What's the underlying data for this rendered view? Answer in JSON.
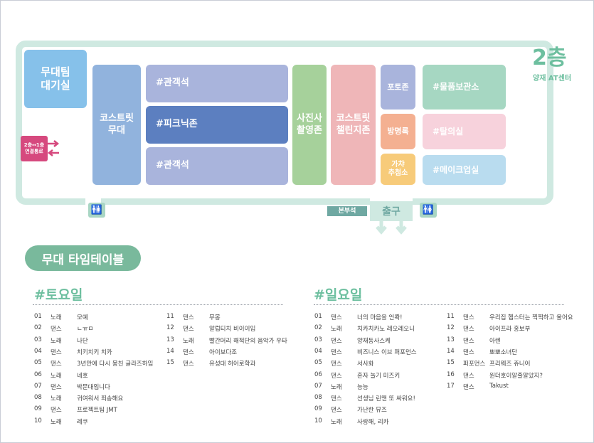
{
  "floor": {
    "number": "2층",
    "venue": "양재 AT센터"
  },
  "rooms": {
    "waiting": "무대팀\n대기실",
    "costreet_stage": "코스트릿\n무대",
    "seats_top": "#관객석",
    "picnic": "#피크닉존",
    "seats_bottom": "#관객석",
    "photo": "사진사\n촬영존",
    "challenge": "코스트릿\n챌린지존",
    "photozone": "포토존",
    "guestbook": "방명록",
    "gacha": "가챠\n추첨소",
    "storage": "#물품보관소",
    "dressing": "#탈의실",
    "makeup": "#메이크업실"
  },
  "connector": "2층↔1층\n연결통로",
  "hq": "본부석",
  "exit": "출구",
  "timetable_title": "무대 타임테이블",
  "saturday": {
    "title": "#토요일",
    "rows": [
      {
        "no": "01",
        "type": "노래",
        "name": "모예"
      },
      {
        "no": "02",
        "type": "댄스",
        "name": "ㄴㅠㅁ"
      },
      {
        "no": "03",
        "type": "노래",
        "name": "나단"
      },
      {
        "no": "04",
        "type": "댄스",
        "name": "치키치키 치카"
      },
      {
        "no": "05",
        "type": "댄스",
        "name": "3년만에 다시 뭉친 글라즈하임"
      },
      {
        "no": "06",
        "type": "노래",
        "name": "네호"
      },
      {
        "no": "07",
        "type": "댄스",
        "name": "박문대입니다"
      },
      {
        "no": "08",
        "type": "노래",
        "name": "귀여워서 죄송해요"
      },
      {
        "no": "09",
        "type": "댄스",
        "name": "프로젝트팀 JMT"
      },
      {
        "no": "10",
        "type": "노래",
        "name": "레쿠"
      },
      {
        "no": "11",
        "type": "댄스",
        "name": "무몽"
      },
      {
        "no": "12",
        "type": "댄스",
        "name": "알럽티치 비이이임"
      },
      {
        "no": "13",
        "type": "노래",
        "name": "빨간머리 해적단의 음악가 우타"
      },
      {
        "no": "14",
        "type": "댄스",
        "name": "아이보다조"
      },
      {
        "no": "15",
        "type": "댄스",
        "name": "유성대 허어로학과"
      }
    ]
  },
  "sunday": {
    "title": "#일요일",
    "rows": [
      {
        "no": "01",
        "type": "댄스",
        "name": "너의 마음을 언롹!"
      },
      {
        "no": "02",
        "type": "노래",
        "name": "치카치카노 레오레오니"
      },
      {
        "no": "03",
        "type": "댄스",
        "name": "양재동사스케"
      },
      {
        "no": "04",
        "type": "댄스",
        "name": "비즈니스 이브 퍼포먼스"
      },
      {
        "no": "05",
        "type": "댄스",
        "name": "서사화"
      },
      {
        "no": "06",
        "type": "댄스",
        "name": "혼자 놀기 미즈키"
      },
      {
        "no": "07",
        "type": "노래",
        "name": "능능"
      },
      {
        "no": "08",
        "type": "댄스",
        "name": "선생님 린맨 또 싸워요!"
      },
      {
        "no": "09",
        "type": "댄스",
        "name": "가난한 뮤즈"
      },
      {
        "no": "10",
        "type": "노래",
        "name": "사랑해, 리카"
      },
      {
        "no": "11",
        "type": "댄스",
        "name": "우리집 헴스터는 찍찍하고 울어요"
      },
      {
        "no": "12",
        "type": "댄스",
        "name": "아이프라 홍보부"
      },
      {
        "no": "13",
        "type": "댄스",
        "name": "아렌"
      },
      {
        "no": "14",
        "type": "댄스",
        "name": "뽀뽀소녀단"
      },
      {
        "no": "15",
        "type": "퍼포먼스",
        "name": "프리뭬즈 쥬니어"
      },
      {
        "no": "16",
        "type": "댄스",
        "name": "원더호이알줄알았지?"
      },
      {
        "no": "17",
        "type": "댄스",
        "name": "Takust"
      }
    ]
  }
}
